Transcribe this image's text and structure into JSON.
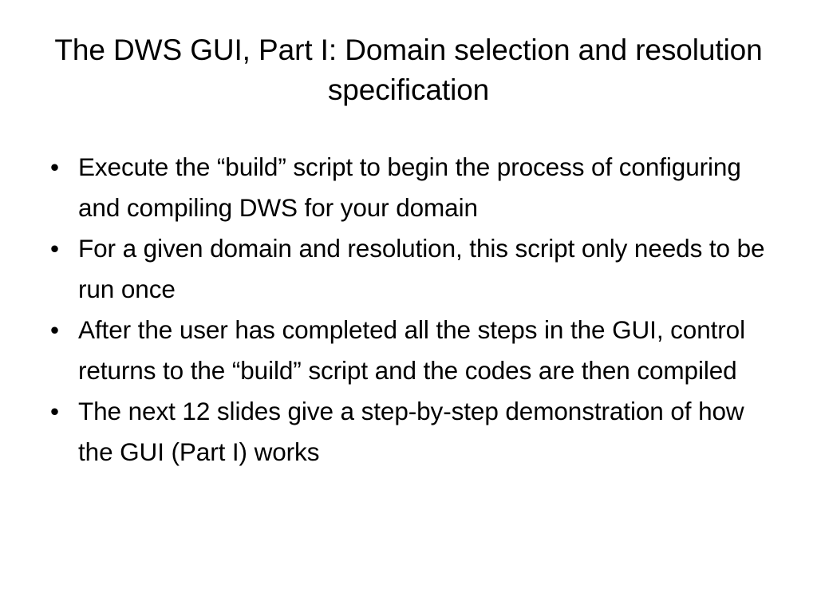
{
  "slide": {
    "title": "The DWS GUI, Part I: Domain selection and resolution specification",
    "title_lines": [
      "The DWS GUI, Part I: Domain selection and",
      "resolution specification"
    ],
    "bullet_marker": "•",
    "bullets": [
      {
        "text": "Execute the “build” script to begin the process of configuring and compiling DWS for your domain"
      },
      {
        "text": "For a given domain and resolution, this script only needs to be run once"
      },
      {
        "text": "After the user has completed all the steps in the GUI, control returns to the “build” script and the codes are then compiled"
      },
      {
        "text": "The next 12 slides give a step-by-step demonstration of how the GUI (Part I) works"
      }
    ],
    "colors": {
      "background": "#ffffff",
      "text": "#000000"
    }
  }
}
